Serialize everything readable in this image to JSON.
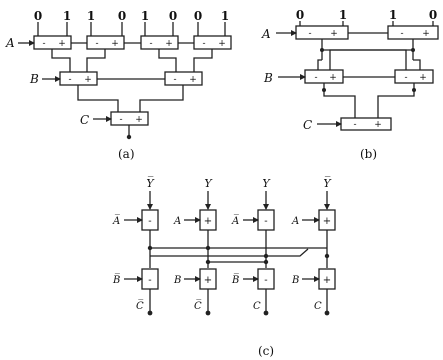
{
  "figure": {
    "subfigures": [
      {
        "caption": "(a)",
        "level_labels": [
          "A",
          "B",
          "C"
        ],
        "top_inputs": [
          "0",
          "1",
          "1",
          "0",
          "1",
          "0",
          "0",
          "1"
        ]
      },
      {
        "caption": "(b)",
        "level_labels": [
          "A",
          "B",
          "C"
        ],
        "top_inputs": [
          "0",
          "1",
          "1",
          "0"
        ]
      },
      {
        "caption": "(c)",
        "top_labels": [
          "Y̅",
          "Y",
          "Y",
          "Y̅"
        ],
        "row1_selects": [
          "A̅",
          "A",
          "A̅",
          "A"
        ],
        "row2_selects": [
          "B̅",
          "B",
          "B̅",
          "B"
        ],
        "outputs": [
          "C̅",
          "C̅",
          "C",
          "C"
        ]
      }
    ],
    "block_symbols": {
      "left": "-",
      "right": "+"
    }
  }
}
